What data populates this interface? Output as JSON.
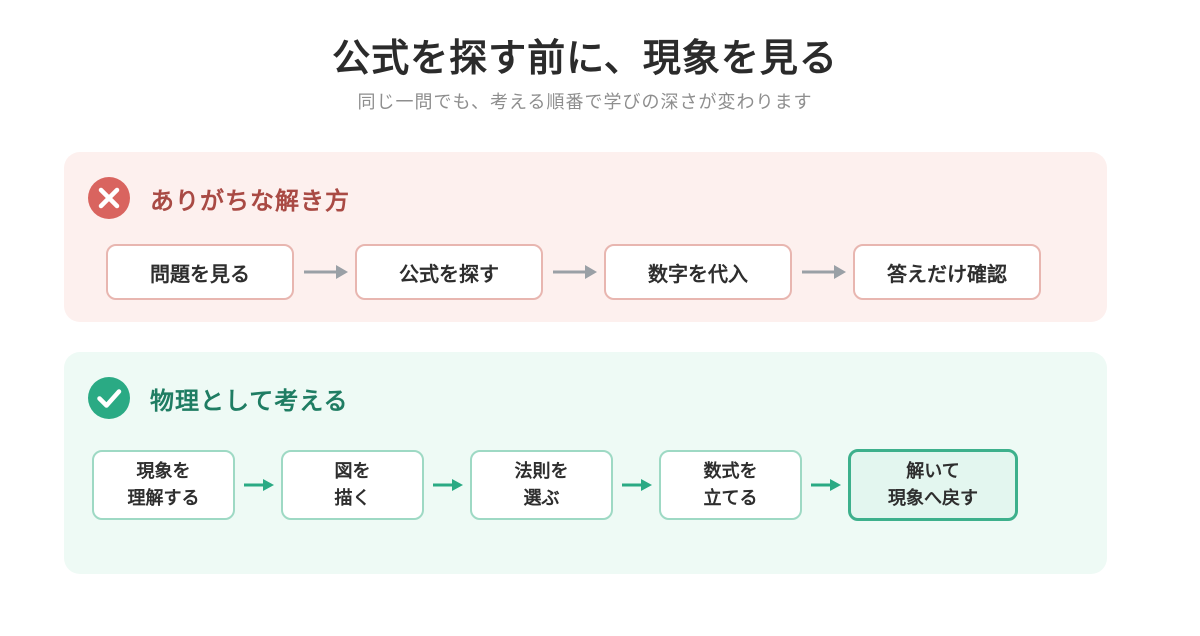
{
  "header": {
    "title": "公式を探す前に、現象を見る",
    "subtitle": "同じ一問でも、考える順番で学びの深さが変わります"
  },
  "bad_flow": {
    "heading": "ありがちな解き方",
    "icon": "cross-circle-icon",
    "steps": [
      "問題を見る",
      "公式を探す",
      "数字を代入",
      "答えだけ確認"
    ]
  },
  "good_flow": {
    "heading": "物理として考える",
    "icon": "check-circle-icon",
    "steps": [
      {
        "line1": "現象を",
        "line2": "理解する"
      },
      {
        "line1": "図を",
        "line2": "描く"
      },
      {
        "line1": "法則を",
        "line2": "選ぶ"
      },
      {
        "line1": "数式を",
        "line2": "立てる"
      },
      {
        "line1": "解いて",
        "line2": "現象へ戻す"
      }
    ]
  },
  "colors": {
    "bad_bg": "#fdf0ee",
    "bad_accent": "#d9645f",
    "bad_heading": "#a94a44",
    "bad_border": "#e8b6b0",
    "good_bg": "#eefaf5",
    "good_accent": "#2aaa84",
    "good_heading": "#1f7d63",
    "good_border": "#9ed9c4",
    "good_final_bg": "#e3f6ef",
    "good_final_border": "#3db08c",
    "neutral_arrow": "#9aa0a6"
  }
}
